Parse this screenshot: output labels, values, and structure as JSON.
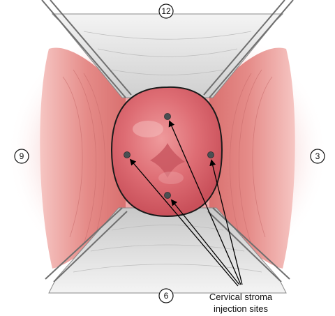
{
  "clock_positions": {
    "top": "12",
    "right": "3",
    "bottom": "6",
    "left": "9"
  },
  "annotation": {
    "line1": "Cervical stroma",
    "line2": "injection sites"
  },
  "colors": {
    "tissue": "#e88d88",
    "cervix": "#d9656b",
    "speculum": "#cfcfcf",
    "injection_dot": "#4a4f52",
    "arrow": "#000000"
  }
}
